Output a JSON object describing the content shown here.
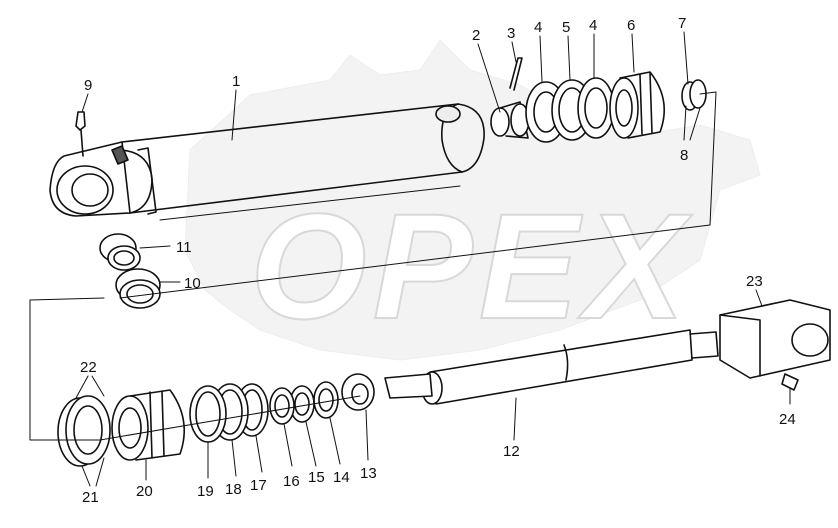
{
  "diagram": {
    "watermark": "OPEX",
    "callouts": [
      {
        "id": "1",
        "text": "1"
      },
      {
        "id": "2",
        "text": "2"
      },
      {
        "id": "3",
        "text": "3"
      },
      {
        "id": "4a",
        "text": "4"
      },
      {
        "id": "5",
        "text": "5"
      },
      {
        "id": "4b",
        "text": "4"
      },
      {
        "id": "6",
        "text": "6"
      },
      {
        "id": "7",
        "text": "7"
      },
      {
        "id": "8",
        "text": "8"
      },
      {
        "id": "9",
        "text": "9"
      },
      {
        "id": "10",
        "text": "10"
      },
      {
        "id": "11",
        "text": "11"
      },
      {
        "id": "12",
        "text": "12"
      },
      {
        "id": "13",
        "text": "13"
      },
      {
        "id": "14",
        "text": "14"
      },
      {
        "id": "15",
        "text": "15"
      },
      {
        "id": "16",
        "text": "16"
      },
      {
        "id": "17",
        "text": "17"
      },
      {
        "id": "18",
        "text": "18"
      },
      {
        "id": "19",
        "text": "19"
      },
      {
        "id": "20",
        "text": "20"
      },
      {
        "id": "21",
        "text": "21"
      },
      {
        "id": "22",
        "text": "22"
      },
      {
        "id": "23",
        "text": "23"
      },
      {
        "id": "24",
        "text": "24"
      }
    ]
  },
  "colors": {
    "line": "#111111",
    "watermark": "#e9e9e9",
    "shade": "#d9d9d9"
  }
}
